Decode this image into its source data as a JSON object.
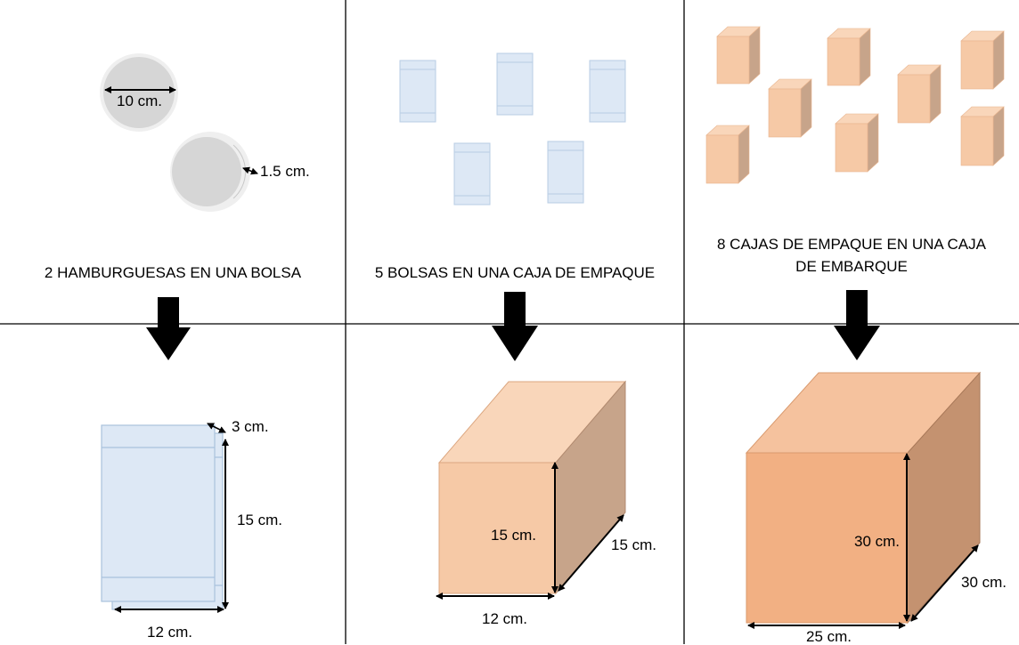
{
  "panels": {
    "hamburgers": {
      "caption": "2 HAMBURGUESAS EN UNA BOLSA",
      "diameter_label": "10 cm.",
      "thickness_label": "1.5 cm."
    },
    "bags": {
      "caption": "5 BOLSAS EN UNA CAJA DE EMPAQUE"
    },
    "packing_boxes": {
      "caption_line1": "8 CAJAS DE EMPAQUE EN UNA CAJA",
      "caption_line2": "DE EMBARQUE"
    },
    "bag": {
      "depth_label": "3 cm.",
      "height_label": "15 cm.",
      "width_label": "12 cm."
    },
    "packing_box": {
      "height_label": "15 cm.",
      "depth_label": "15 cm.",
      "width_label": "12 cm."
    },
    "shipping_box": {
      "height_label": "30 cm.",
      "depth_label": "30 cm.",
      "width_label": "25 cm."
    }
  },
  "colors": {
    "bag_fill": "#dde8f5",
    "bag_stroke": "#a9c2dd",
    "box_front": "#f6c9a6",
    "box_top": "#f9d6ba",
    "box_side": "#c7a48a",
    "big_front": "#f2b083",
    "big_top": "#f5c29e",
    "big_side": "#c49270",
    "disc_fill": "#d6d6d6",
    "disc_rim": "#efefef"
  }
}
